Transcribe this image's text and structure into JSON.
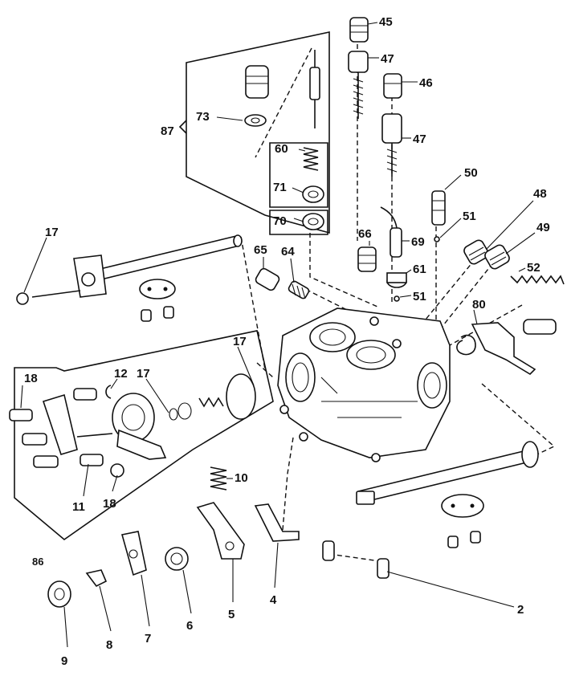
{
  "labels": {
    "l45": "45",
    "l47a": "47",
    "l46": "46",
    "l47b": "47",
    "l87": "87",
    "l73": "73",
    "l60": "60",
    "l71": "71",
    "l70": "70",
    "l50": "50",
    "l48": "48",
    "l51a": "51",
    "l49": "49",
    "l17a": "17",
    "l66": "66",
    "l69": "69",
    "l65": "65",
    "l64": "64",
    "l61": "61",
    "l52": "52",
    "l51b": "51",
    "l80": "80",
    "l18a": "18",
    "l12": "12",
    "l17b": "17",
    "l17c": "17",
    "l10": "10",
    "l11": "11",
    "l18b": "18",
    "l86": "86",
    "l2": "2",
    "l9": "9",
    "l8": "8",
    "l7": "7",
    "l6": "6",
    "l5": "5",
    "l4": "4"
  }
}
